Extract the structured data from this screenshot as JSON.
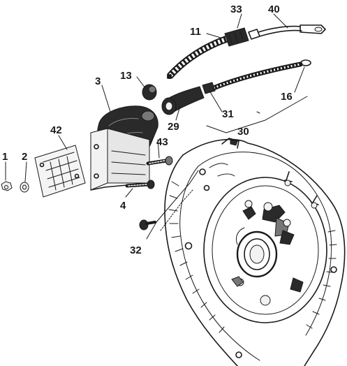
{
  "labels": {
    "l1": "1",
    "l2": "2",
    "l3": "3",
    "l4": "4",
    "l11": "11",
    "l13": "13",
    "l16": "16",
    "l29": "29",
    "l30": "30",
    "l31": "31",
    "l32": "32",
    "l33": "33",
    "l40": "40",
    "l42": "42",
    "l43": "43"
  }
}
